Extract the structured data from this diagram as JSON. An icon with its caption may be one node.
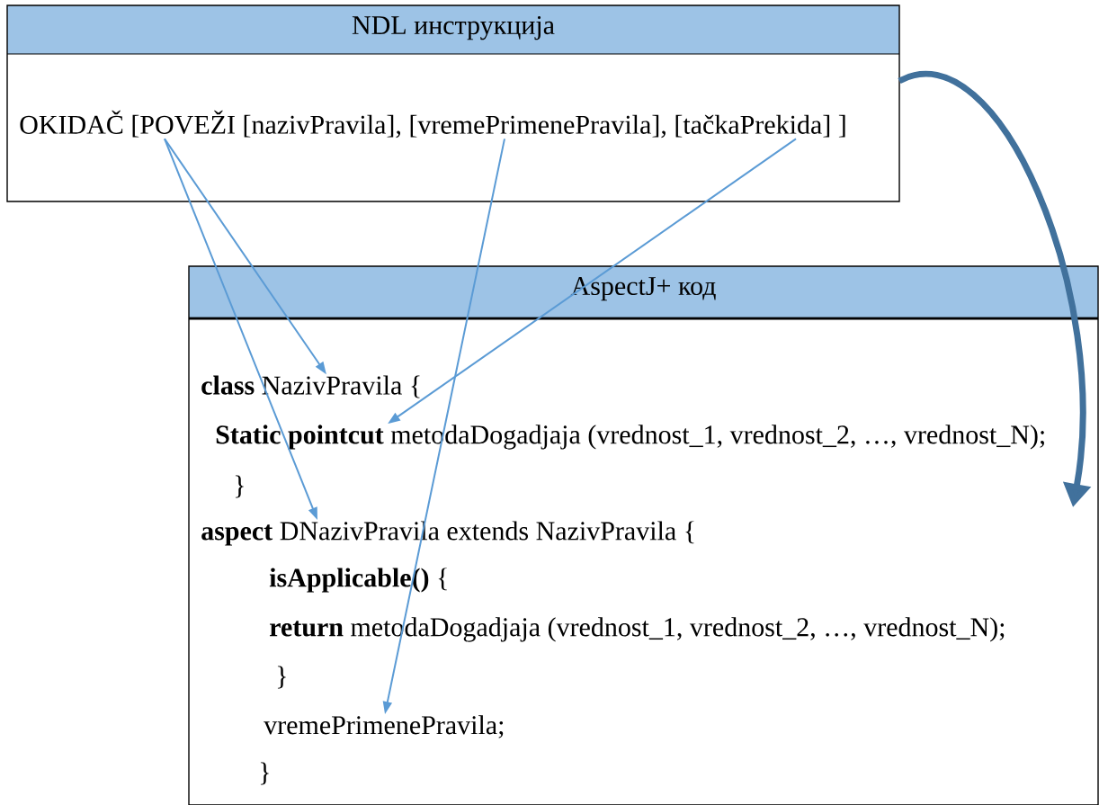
{
  "diagram": {
    "nodes": [
      {
        "text": [
          "NDL  инструкција"
        ]
      },
      {
        "text": [
          "OKIDAČ [POVEŽI [nazivPravila], [vremePrimenePravila], [tačkaPrekida] ]"
        ],
        "in": 0
      },
      {
        "text": [
          "AspectJ+ код"
        ]
      },
      {
        "text": [
          "**class** NazivPravila {"
        ],
        "in": 2
      },
      {
        "text": [
          "**Static pointcut** metodaDogadjaja (vrednost_1, vrednost_2, …, vrednost_N);"
        ],
        "in": 2
      },
      {
        "text": [
          "}"
        ],
        "in": 2
      },
      {
        "text": [
          "**aspect** DNazivPravila extends NazivPravila {"
        ],
        "in": 2
      },
      {
        "text": [
          "**isApplicable()** {"
        ],
        "in": 2
      },
      {
        "text": [
          "**return** metodaDogadjaja (vrednost_1, vrednost_2, …, vrednost_N);"
        ],
        "in": 2
      },
      {
        "text": [
          "}"
        ],
        "in": 2
      },
      {
        "text": [
          "vremePrimenePravila;"
        ],
        "in": 2
      },
      {
        "text": [
          "}"
        ],
        "in": 2
      }
    ],
    "edges": [
      {
        "from": 1,
        "to": 3,
        "arrow": "to"
      },
      {
        "from": 1,
        "to": 6,
        "arrow": "to"
      },
      {
        "from": 1,
        "to": 10,
        "arrow": "to"
      },
      {
        "from": 1,
        "to": 4,
        "arrow": "to"
      },
      {
        "from": 0,
        "to": 2,
        "arrow": "to",
        "style": "thick",
        "color": "#41719c"
      }
    ]
  }
}
